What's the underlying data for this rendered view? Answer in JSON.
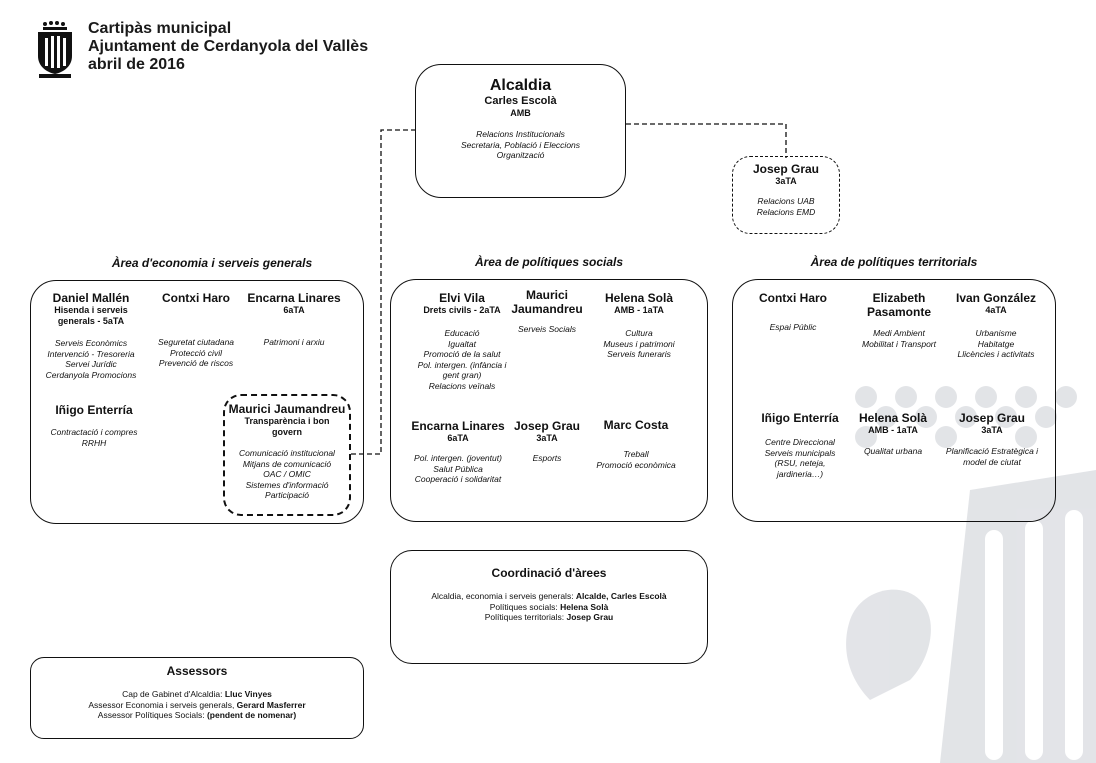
{
  "header": {
    "line1": "Cartipàs municipal",
    "line2": "Ajuntament de Cerdanyola del Vallès",
    "line3": "abril de 2016"
  },
  "alcaldia": {
    "title": "Alcaldia",
    "name": "Carles Escolà",
    "party": "AMB",
    "duties": [
      "Relacions Institucionals",
      "Secretaria, Població i Eleccions",
      "Organització"
    ]
  },
  "josep_grau_top": {
    "name": "Josep Grau",
    "role": "3aTA",
    "duties": [
      "Relacions UAB",
      "Relacions EMD"
    ]
  },
  "areas": {
    "economia": {
      "title": "Àrea d'economia i serveis generals",
      "people": [
        {
          "name": [
            "Daniel Mallén"
          ],
          "role": [
            "Hisenda i serveis",
            "generals - 5aTA"
          ],
          "duties": [
            "Serveis Econòmics",
            "Intervenció - Tresoreria",
            "Servei Jurídic",
            "Cerdanyola Promocions"
          ]
        },
        {
          "name": [
            "Contxi Haro"
          ],
          "role": [],
          "duties": [
            "Seguretat ciutadana",
            "Protecció civil",
            "Prevenció de riscos"
          ]
        },
        {
          "name": [
            "Encarna Linares"
          ],
          "role": [
            "6aTA"
          ],
          "duties": [
            "Patrimoni i arxiu"
          ]
        },
        {
          "name": [
            "Iñigo Enterría"
          ],
          "role": [],
          "duties": [
            "Contractació i compres",
            "RRHH"
          ]
        },
        {
          "name": [
            "Maurici Jaumandreu"
          ],
          "role": [
            "Transparència i bon",
            "govern"
          ],
          "duties": [
            "Comunicació institucional",
            "Mitjans de comunicació",
            "OAC / OMIC",
            "Sistemes d'informació",
            "Participació"
          ]
        }
      ]
    },
    "socials": {
      "title": "Àrea de polítiques socials",
      "people": [
        {
          "name": [
            "Elvi Vila"
          ],
          "role": [
            "Drets civils - 2aTA"
          ],
          "duties": [
            "Educació",
            "Igualtat",
            "Promoció de la salut",
            "Pol. intergen. (infància i",
            "gent gran)",
            "Relacions veïnals"
          ]
        },
        {
          "name": [
            "Maurici",
            "Jaumandreu"
          ],
          "role": [],
          "duties": [
            "Serveis Socials"
          ]
        },
        {
          "name": [
            "Helena Solà"
          ],
          "role": [
            "AMB - 1aTA"
          ],
          "duties": [
            "Cultura",
            "Museus i patrimoni",
            "Serveis funeraris"
          ]
        },
        {
          "name": [
            "Encarna Linares"
          ],
          "role": [
            "6aTA"
          ],
          "duties": [
            "Pol. intergen. (joventut)",
            "Salut Pública",
            "Cooperació i solidaritat"
          ]
        },
        {
          "name": [
            "Josep Grau"
          ],
          "role": [
            "3aTA"
          ],
          "duties": [
            "Esports"
          ]
        },
        {
          "name": [
            "Marc Costa"
          ],
          "role": [],
          "duties": [
            "Treball",
            "Promoció econòmica"
          ]
        }
      ]
    },
    "territorials": {
      "title": "Àrea de polítiques territorials",
      "people": [
        {
          "name": [
            "Contxi Haro"
          ],
          "role": [],
          "duties": [
            "Espai Públic"
          ]
        },
        {
          "name": [
            "Elizabeth",
            "Pasamonte"
          ],
          "role": [],
          "duties": [
            "Medi Ambient",
            "Mobilitat i Transport"
          ]
        },
        {
          "name": [
            "Ivan González"
          ],
          "role": [
            "4aTA"
          ],
          "duties": [
            "Urbanisme",
            "Habitatge",
            "Llicències i activitats"
          ]
        },
        {
          "name": [
            "Iñigo Enterría"
          ],
          "role": [],
          "duties": [
            "Centre Direccional",
            "Serveis municipals",
            "(RSU, neteja,",
            "jardineria…)"
          ]
        },
        {
          "name": [
            "Helena Solà"
          ],
          "role": [
            "AMB - 1aTA"
          ],
          "duties": [
            "Qualitat urbana"
          ]
        },
        {
          "name": [
            "Josep Grau"
          ],
          "role": [
            "3aTA"
          ],
          "duties": [
            "Planificació Estratègica i",
            "model de ciutat"
          ]
        }
      ]
    }
  },
  "coordinacio": {
    "title": "Coordinació d'àrees",
    "lines": [
      {
        "prefix": "Alcaldia, economia i serveis generals: ",
        "bold": "Alcalde, Carles Escolà"
      },
      {
        "prefix": "Polítiques socials: ",
        "bold": "Helena Solà"
      },
      {
        "prefix": "Polítiques territorials: ",
        "bold": "Josep Grau"
      }
    ]
  },
  "assessors": {
    "title": "Assessors",
    "lines": [
      {
        "prefix": "Cap de Gabinet d'Alcaldia: ",
        "bold": "Lluc Vinyes"
      },
      {
        "prefix": "Assessor Economia i serveis generals, ",
        "bold": "Gerard Masferrer"
      },
      {
        "prefix": "Assessor Polítiques Socials: ",
        "bold": "(pendent de nomenar)"
      }
    ]
  },
  "colors": {
    "ink": "#111111",
    "watermark": "#d9dbe0"
  },
  "icons": [
    "coat-of-arms-logo"
  ]
}
